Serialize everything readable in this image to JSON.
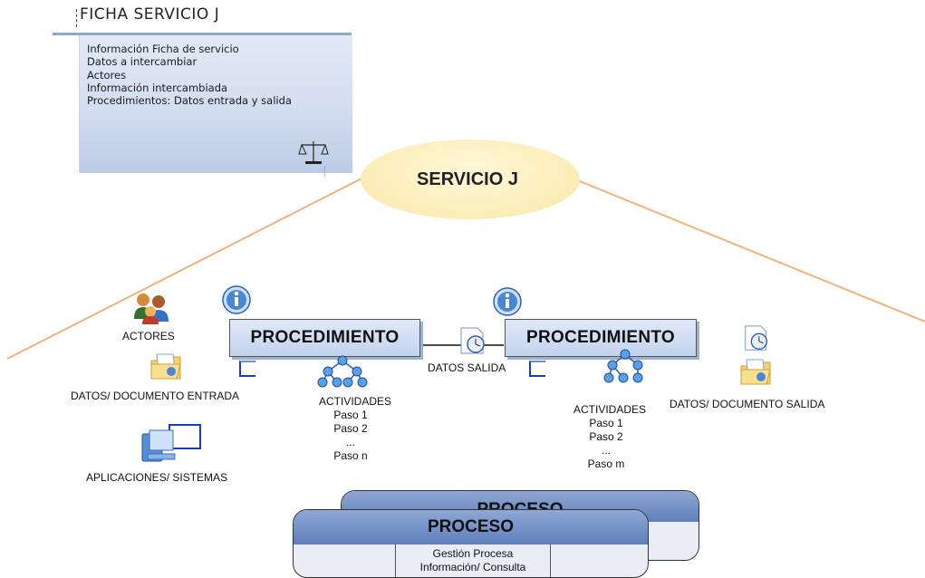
{
  "ficha": {
    "title": "FICHA SERVICIO J",
    "items": [
      "Información Ficha de servicio",
      "Datos a intercambiar",
      "Actores",
      "Información intercambiada",
      "Procedimientos: Datos entrada y salida"
    ]
  },
  "servicio": {
    "label": "SERVICIO  J"
  },
  "procedimientos": [
    {
      "label": "PROCEDIMIENTO",
      "actividades": "ACTIVIDADES",
      "steps": [
        "Paso 1",
        "Paso 2",
        "...",
        "Paso n"
      ]
    },
    {
      "label": "PROCEDIMIENTO",
      "actividades": "ACTIVIDADES",
      "steps": [
        "Paso 1",
        "Paso 2",
        "...",
        "Paso m"
      ]
    }
  ],
  "left_labels": {
    "actores": "ACTORES",
    "datos_entrada": "DATOS/ DOCUMENTO ENTRADA",
    "aplicaciones": "APLICACIONES/ SISTEMAS"
  },
  "datos_salida": "DATOS SALIDA",
  "datos_doc_salida": "DATOS/ DOCUMENTO SALIDA",
  "proceso": {
    "back_label": "PROCESO",
    "front_label": "PROCESO",
    "cell_line1": "Gestión Procesa",
    "cell_line2": "Información/ Consulta"
  },
  "colors": {
    "ellipse": "#fbedb6",
    "connector": "#f2b27a",
    "box": "#c3d3ee",
    "proceso_head": "#6f8dc4"
  }
}
